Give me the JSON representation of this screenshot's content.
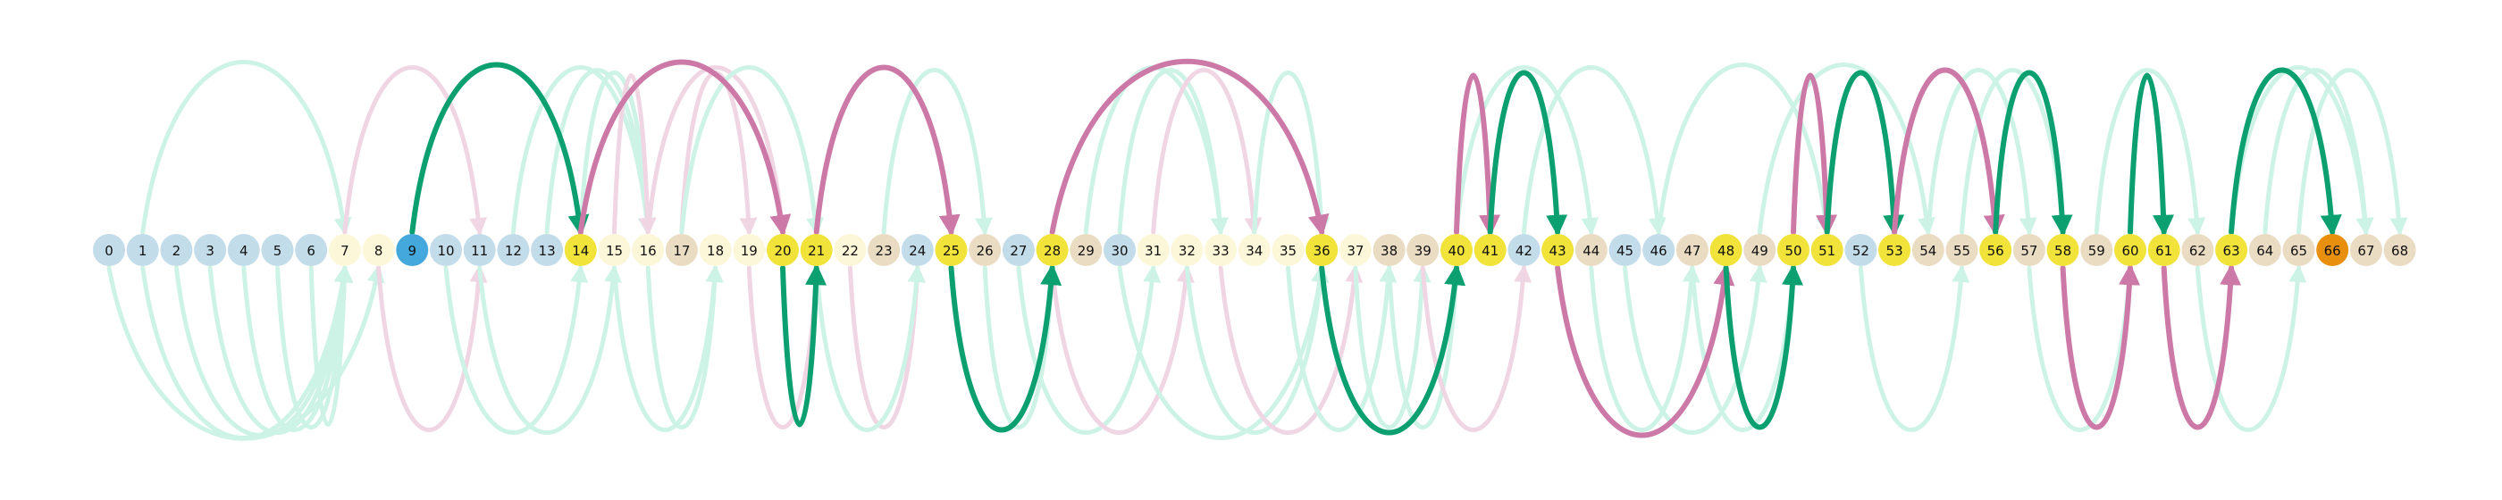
{
  "colors": {
    "background": "#ffffff",
    "start_node": "#45a8dc",
    "end_node": "#e8900e",
    "path_node": "#f2e33a",
    "node_blue": "#c3dcea",
    "node_cream": "#fdf7d9",
    "node_tan": "#eadcc3",
    "edge_green": "#0c9f70",
    "edge_pink": "#cc79a7",
    "edge_green_faint": "#cdf3e6",
    "edge_pink_faint": "#f0d6e3"
  },
  "nodes": [
    {
      "label": "0",
      "kind": "blue"
    },
    {
      "label": "1",
      "kind": "blue"
    },
    {
      "label": "2",
      "kind": "blue"
    },
    {
      "label": "3",
      "kind": "blue"
    },
    {
      "label": "4",
      "kind": "blue"
    },
    {
      "label": "5",
      "kind": "blue"
    },
    {
      "label": "6",
      "kind": "blue"
    },
    {
      "label": "7",
      "kind": "cream"
    },
    {
      "label": "8",
      "kind": "cream"
    },
    {
      "label": "9",
      "kind": "start"
    },
    {
      "label": "10",
      "kind": "blue"
    },
    {
      "label": "11",
      "kind": "blue"
    },
    {
      "label": "12",
      "kind": "blue"
    },
    {
      "label": "13",
      "kind": "blue"
    },
    {
      "label": "14",
      "kind": "path"
    },
    {
      "label": "15",
      "kind": "cream"
    },
    {
      "label": "16",
      "kind": "cream"
    },
    {
      "label": "17",
      "kind": "tan"
    },
    {
      "label": "18",
      "kind": "cream"
    },
    {
      "label": "19",
      "kind": "cream"
    },
    {
      "label": "20",
      "kind": "path"
    },
    {
      "label": "21",
      "kind": "path"
    },
    {
      "label": "22",
      "kind": "cream"
    },
    {
      "label": "23",
      "kind": "tan"
    },
    {
      "label": "24",
      "kind": "blue"
    },
    {
      "label": "25",
      "kind": "path"
    },
    {
      "label": "26",
      "kind": "tan"
    },
    {
      "label": "27",
      "kind": "blue"
    },
    {
      "label": "28",
      "kind": "path"
    },
    {
      "label": "29",
      "kind": "tan"
    },
    {
      "label": "30",
      "kind": "blue"
    },
    {
      "label": "31",
      "kind": "cream"
    },
    {
      "label": "32",
      "kind": "cream"
    },
    {
      "label": "33",
      "kind": "cream"
    },
    {
      "label": "34",
      "kind": "cream"
    },
    {
      "label": "35",
      "kind": "cream"
    },
    {
      "label": "36",
      "kind": "path"
    },
    {
      "label": "37",
      "kind": "cream"
    },
    {
      "label": "38",
      "kind": "tan"
    },
    {
      "label": "39",
      "kind": "tan"
    },
    {
      "label": "40",
      "kind": "path"
    },
    {
      "label": "41",
      "kind": "path"
    },
    {
      "label": "42",
      "kind": "blue"
    },
    {
      "label": "43",
      "kind": "path"
    },
    {
      "label": "44",
      "kind": "tan"
    },
    {
      "label": "45",
      "kind": "blue"
    },
    {
      "label": "46",
      "kind": "blue"
    },
    {
      "label": "47",
      "kind": "tan"
    },
    {
      "label": "48",
      "kind": "path"
    },
    {
      "label": "49",
      "kind": "tan"
    },
    {
      "label": "50",
      "kind": "path"
    },
    {
      "label": "51",
      "kind": "path"
    },
    {
      "label": "52",
      "kind": "blue"
    },
    {
      "label": "53",
      "kind": "path"
    },
    {
      "label": "54",
      "kind": "tan"
    },
    {
      "label": "55",
      "kind": "tan"
    },
    {
      "label": "56",
      "kind": "path"
    },
    {
      "label": "57",
      "kind": "tan"
    },
    {
      "label": "58",
      "kind": "path"
    },
    {
      "label": "59",
      "kind": "tan"
    },
    {
      "label": "60",
      "kind": "path"
    },
    {
      "label": "61",
      "kind": "path"
    },
    {
      "label": "62",
      "kind": "tan"
    },
    {
      "label": "63",
      "kind": "path"
    },
    {
      "label": "64",
      "kind": "tan"
    },
    {
      "label": "65",
      "kind": "tan"
    },
    {
      "label": "66",
      "kind": "end"
    },
    {
      "label": "67",
      "kind": "tan"
    },
    {
      "label": "68",
      "kind": "tan"
    }
  ],
  "highlighted_edges": [
    {
      "from": 9,
      "to": 14,
      "color": "green",
      "side": "above"
    },
    {
      "from": 14,
      "to": 20,
      "color": "pink",
      "side": "above"
    },
    {
      "from": 20,
      "to": 21,
      "color": "green",
      "side": "below"
    },
    {
      "from": 21,
      "to": 25,
      "color": "pink",
      "side": "above"
    },
    {
      "from": 25,
      "to": 28,
      "color": "green",
      "side": "below"
    },
    {
      "from": 28,
      "to": 36,
      "color": "pink",
      "side": "above"
    },
    {
      "from": 36,
      "to": 40,
      "color": "green",
      "side": "below"
    },
    {
      "from": 40,
      "to": 41,
      "color": "pink",
      "side": "above"
    },
    {
      "from": 41,
      "to": 43,
      "color": "green",
      "side": "above"
    },
    {
      "from": 43,
      "to": 48,
      "color": "pink",
      "side": "below"
    },
    {
      "from": 48,
      "to": 50,
      "color": "green",
      "side": "below"
    },
    {
      "from": 50,
      "to": 51,
      "color": "pink",
      "side": "above"
    },
    {
      "from": 51,
      "to": 53,
      "color": "green",
      "side": "above"
    },
    {
      "from": 53,
      "to": 56,
      "color": "pink",
      "side": "above"
    },
    {
      "from": 56,
      "to": 58,
      "color": "green",
      "side": "above"
    },
    {
      "from": 58,
      "to": 60,
      "color": "pink",
      "side": "below"
    },
    {
      "from": 60,
      "to": 61,
      "color": "green",
      "side": "above"
    },
    {
      "from": 61,
      "to": 63,
      "color": "pink",
      "side": "below"
    },
    {
      "from": 63,
      "to": 66,
      "color": "green",
      "side": "above"
    }
  ],
  "faint_edges": [
    {
      "from": 1,
      "to": 7,
      "color": "green",
      "side": "above"
    },
    {
      "from": 1,
      "to": 7,
      "color": "green",
      "side": "below"
    },
    {
      "from": 2,
      "to": 7,
      "color": "green",
      "side": "below"
    },
    {
      "from": 3,
      "to": 7,
      "color": "green",
      "side": "below"
    },
    {
      "from": 4,
      "to": 7,
      "color": "green",
      "side": "below"
    },
    {
      "from": 5,
      "to": 7,
      "color": "green",
      "side": "below"
    },
    {
      "from": 6,
      "to": 7,
      "color": "green",
      "side": "below"
    },
    {
      "from": 0,
      "to": 8,
      "color": "green",
      "side": "below"
    },
    {
      "from": 7,
      "to": 11,
      "color": "pink",
      "side": "above"
    },
    {
      "from": 8,
      "to": 11,
      "color": "pink",
      "side": "below"
    },
    {
      "from": 10,
      "to": 14,
      "color": "green",
      "side": "below"
    },
    {
      "from": 11,
      "to": 15,
      "color": "green",
      "side": "below"
    },
    {
      "from": 12,
      "to": 16,
      "color": "green",
      "side": "above"
    },
    {
      "from": 13,
      "to": 16,
      "color": "green",
      "side": "above"
    },
    {
      "from": 14,
      "to": 16,
      "color": "green",
      "side": "above"
    },
    {
      "from": 15,
      "to": 16,
      "color": "pink",
      "side": "above"
    },
    {
      "from": 16,
      "to": 20,
      "color": "pink",
      "side": "above"
    },
    {
      "from": 17,
      "to": 19,
      "color": "pink",
      "side": "above"
    },
    {
      "from": 15,
      "to": 18,
      "color": "green",
      "side": "below"
    },
    {
      "from": 16,
      "to": 18,
      "color": "green",
      "side": "below"
    },
    {
      "from": 17,
      "to": 21,
      "color": "green",
      "side": "above"
    },
    {
      "from": 19,
      "to": 21,
      "color": "pink",
      "side": "below"
    },
    {
      "from": 22,
      "to": 24,
      "color": "pink",
      "side": "below"
    },
    {
      "from": 21,
      "to": 24,
      "color": "green",
      "side": "below"
    },
    {
      "from": 23,
      "to": 26,
      "color": "green",
      "side": "above"
    },
    {
      "from": 26,
      "to": 28,
      "color": "green",
      "side": "below"
    },
    {
      "from": 27,
      "to": 31,
      "color": "green",
      "side": "below"
    },
    {
      "from": 28,
      "to": 32,
      "color": "pink",
      "side": "below"
    },
    {
      "from": 29,
      "to": 33,
      "color": "green",
      "side": "above"
    },
    {
      "from": 30,
      "to": 33,
      "color": "green",
      "side": "above"
    },
    {
      "from": 31,
      "to": 34,
      "color": "pink",
      "side": "above"
    },
    {
      "from": 30,
      "to": 36,
      "color": "green",
      "side": "below"
    },
    {
      "from": 32,
      "to": 36,
      "color": "green",
      "side": "below"
    },
    {
      "from": 33,
      "to": 37,
      "color": "pink",
      "side": "below"
    },
    {
      "from": 34,
      "to": 36,
      "color": "green",
      "side": "above"
    },
    {
      "from": 35,
      "to": 38,
      "color": "green",
      "side": "below"
    },
    {
      "from": 37,
      "to": 39,
      "color": "green",
      "side": "below"
    },
    {
      "from": 38,
      "to": 40,
      "color": "green",
      "side": "below"
    },
    {
      "from": 39,
      "to": 42,
      "color": "pink",
      "side": "below"
    },
    {
      "from": 40,
      "to": 44,
      "color": "green",
      "side": "above"
    },
    {
      "from": 42,
      "to": 46,
      "color": "green",
      "side": "above"
    },
    {
      "from": 44,
      "to": 47,
      "color": "green",
      "side": "below"
    },
    {
      "from": 45,
      "to": 49,
      "color": "green",
      "side": "below"
    },
    {
      "from": 46,
      "to": 51,
      "color": "green",
      "side": "above"
    },
    {
      "from": 47,
      "to": 50,
      "color": "green",
      "side": "below"
    },
    {
      "from": 49,
      "to": 54,
      "color": "green",
      "side": "above"
    },
    {
      "from": 52,
      "to": 55,
      "color": "green",
      "side": "below"
    },
    {
      "from": 54,
      "to": 57,
      "color": "green",
      "side": "above"
    },
    {
      "from": 55,
      "to": 58,
      "color": "green",
      "side": "above"
    },
    {
      "from": 57,
      "to": 60,
      "color": "green",
      "side": "below"
    },
    {
      "from": 59,
      "to": 62,
      "color": "green",
      "side": "above"
    },
    {
      "from": 62,
      "to": 65,
      "color": "green",
      "side": "below"
    },
    {
      "from": 64,
      "to": 67,
      "color": "green",
      "side": "above"
    },
    {
      "from": 65,
      "to": 68,
      "color": "green",
      "side": "above"
    },
    {
      "from": 63,
      "to": 67,
      "color": "green",
      "side": "above"
    }
  ]
}
